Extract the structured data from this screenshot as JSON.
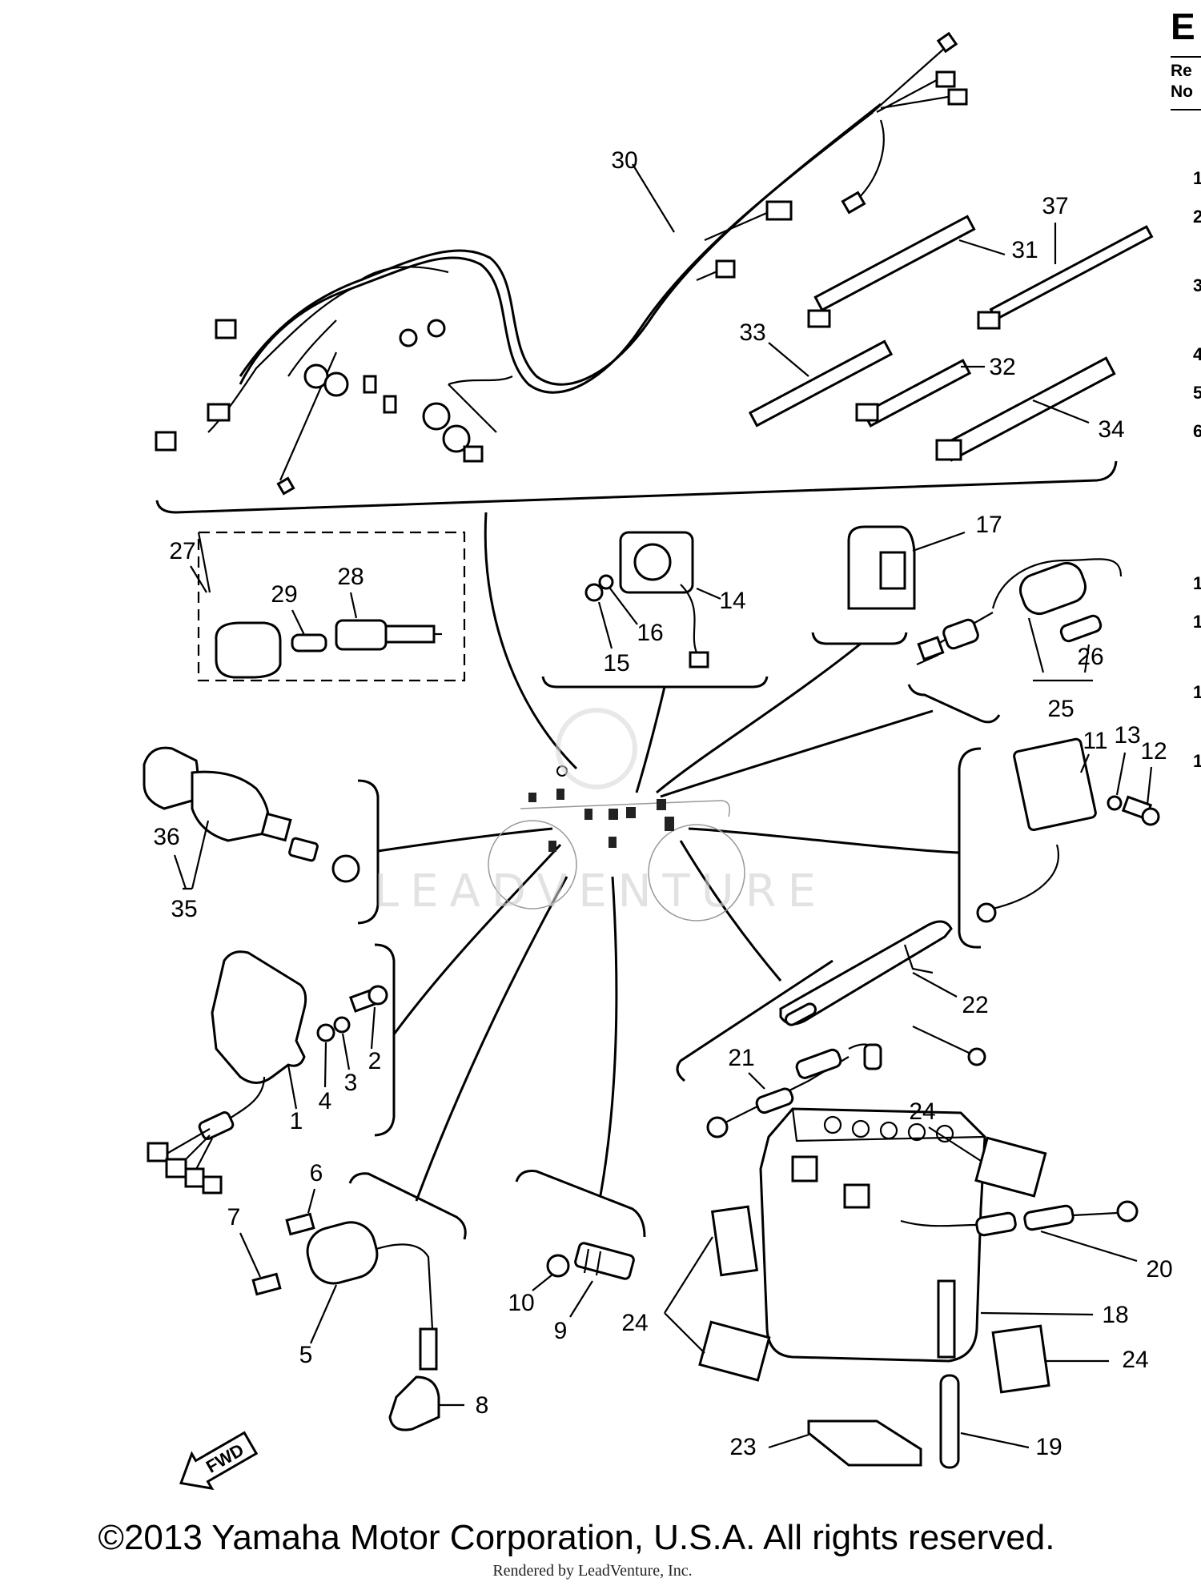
{
  "header": {
    "title_fragment": "E",
    "ref_fragment": "Re",
    "no_fragment": "No"
  },
  "watermark": "LEADVENTURE",
  "fwd_label": "FWD",
  "callouts": {
    "c1": "1",
    "c2": "2",
    "c3": "3",
    "c4": "4",
    "c5": "5",
    "c6": "6",
    "c7": "7",
    "c8": "8",
    "c9": "9",
    "c10": "10",
    "c11": "11",
    "c12": "12",
    "c13": "13",
    "c14": "14",
    "c15": "15",
    "c16": "16",
    "c17": "17",
    "c18": "18",
    "c19": "19",
    "c20": "20",
    "c21": "21",
    "c22": "22",
    "c23": "23",
    "c24a": "24",
    "c24b": "24",
    "c24c": "24",
    "c25": "25",
    "c26": "26",
    "c27": "27",
    "c28": "28",
    "c29": "29",
    "c30": "30",
    "c31": "31",
    "c32": "32",
    "c33": "33",
    "c34": "34",
    "c35": "35",
    "c36": "36",
    "c37": "37"
  },
  "side_fragments": [
    "1",
    "2",
    "3",
    "4",
    "5",
    "6",
    "1",
    "1",
    "1",
    "1"
  ],
  "footer": {
    "copyright": "©2013 Yamaha Motor Corporation, U.S.A. All rights reserved.",
    "rendered_by": "Rendered by LeadVenture, Inc."
  }
}
